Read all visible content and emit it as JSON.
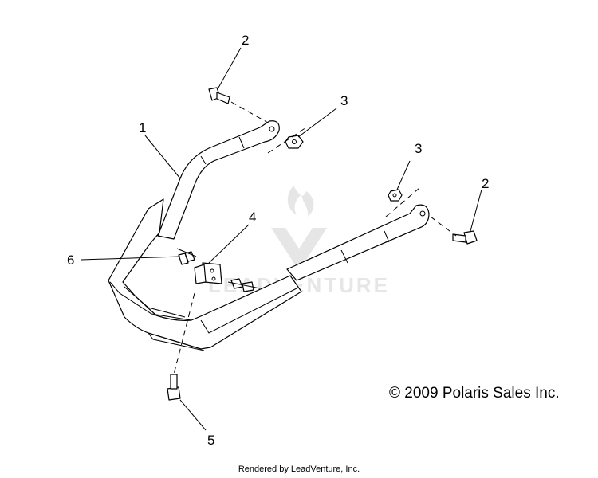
{
  "callouts": [
    {
      "id": "1",
      "label": "1"
    },
    {
      "id": "2a",
      "label": "2"
    },
    {
      "id": "2b",
      "label": "2"
    },
    {
      "id": "3a",
      "label": "3"
    },
    {
      "id": "3b",
      "label": "3"
    },
    {
      "id": "4",
      "label": "4"
    },
    {
      "id": "5",
      "label": "5"
    },
    {
      "id": "6",
      "label": "6"
    }
  ],
  "copyright": "© 2009 Polaris Sales Inc.",
  "watermark_text": "LEADVENTURE",
  "footer": "Rendered by LeadVenture, Inc."
}
